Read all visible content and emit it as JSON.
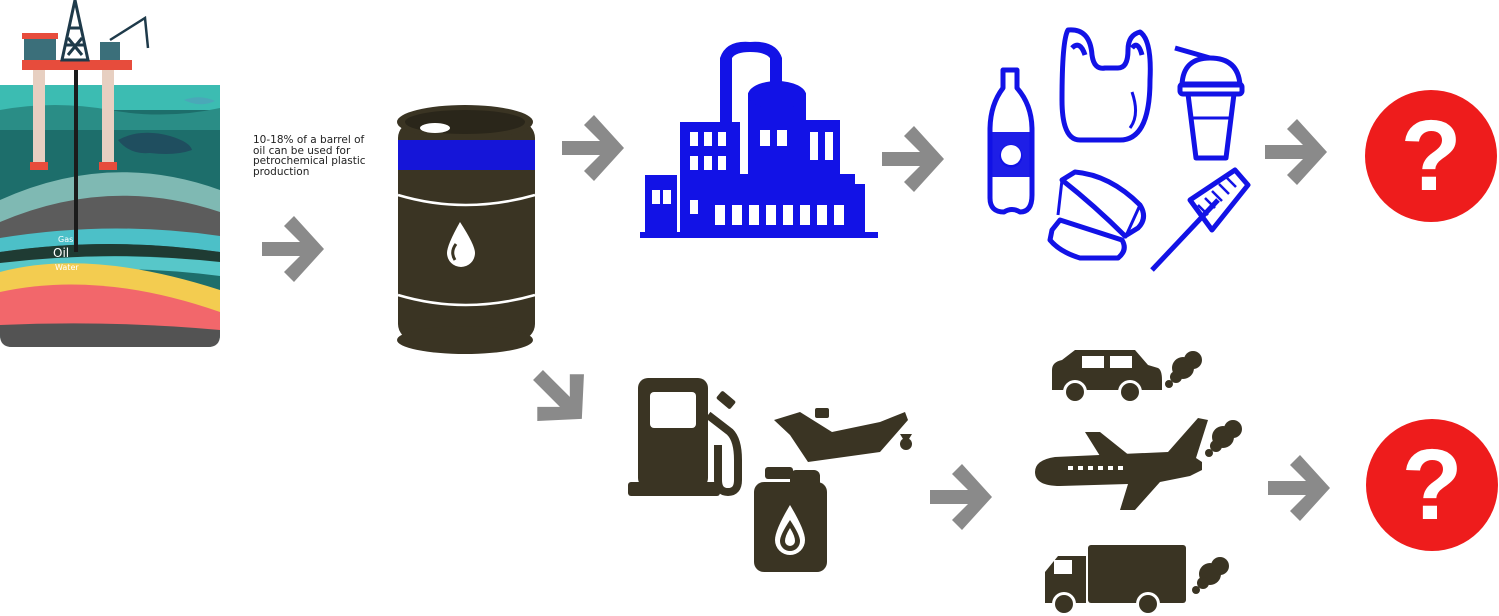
{
  "note": "10-18% of a barrel of oil can be used for petrochemical plastic production",
  "rig_layers": {
    "gas": "Gas",
    "oil": "Oil",
    "water": "Water"
  },
  "unknown_symbol": "?",
  "colors": {
    "arrow": "#8a8a8a",
    "plastic": "#1414e0",
    "fuel": "#3a3423",
    "unknown": "#ee1c1c"
  },
  "icons": {
    "offshore_rig": "oil-rig-icon",
    "barrel": "oil-barrel-icon",
    "refinery": "refinery-icon",
    "plastic_products": [
      "plastic-bottle-icon",
      "plastic-bag-icon",
      "plastic-cup-icon",
      "food-container-icon",
      "comb-icon"
    ],
    "fuel_products": [
      "fuel-pump-icon",
      "oil-can-icon",
      "jerrycan-icon"
    ],
    "vehicles": [
      "car-icon",
      "airplane-icon",
      "truck-icon"
    ]
  }
}
